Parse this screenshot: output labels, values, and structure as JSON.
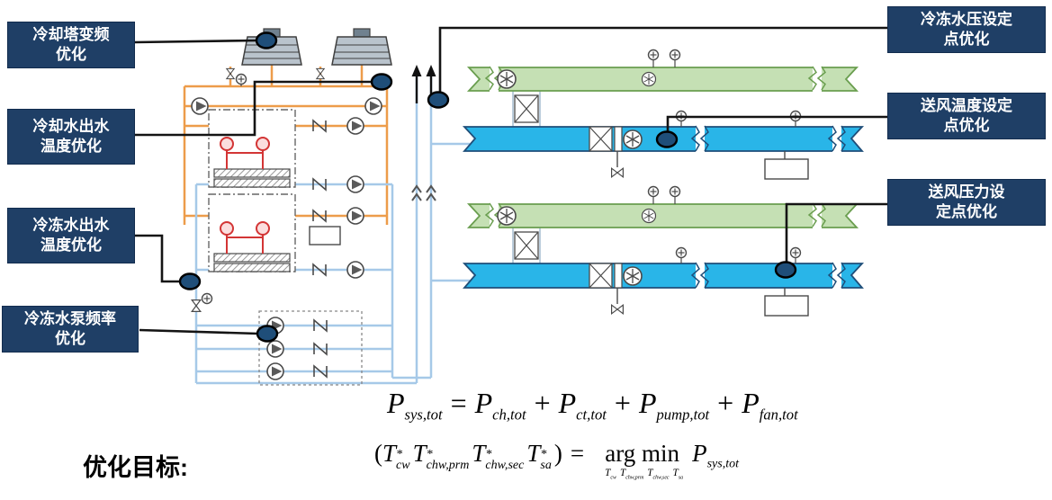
{
  "left_labels": [
    {
      "line1": "冷却塔变频",
      "line2": "优化"
    },
    {
      "line1": "冷却水出水",
      "line2": "温度优化"
    },
    {
      "line1": "冷冻水出水",
      "line2": "温度优化"
    },
    {
      "line1": "冷冻水泵频率",
      "line2": "优化"
    }
  ],
  "right_labels": [
    {
      "line1": "冷冻水压设定",
      "line2": "点优化"
    },
    {
      "line1": "送风温度设定",
      "line2": "点优化"
    },
    {
      "line1": "送风压力设",
      "line2": "定点优化"
    }
  ],
  "objective": {
    "label": "优化目标:"
  },
  "equations": {
    "line1": {
      "lhs": {
        "base": "P",
        "sub": "sys,tot"
      },
      "eq": "=",
      "t1": {
        "base": "P",
        "sub": "ch,tot"
      },
      "plus1": "+",
      "t2": {
        "base": "P",
        "sub": "ct,tot"
      },
      "plus2": "+",
      "t3": {
        "base": "P",
        "sub": "pump,tot"
      },
      "plus3": "+",
      "t4": {
        "base": "P",
        "sub": "fan,tot"
      }
    },
    "line2": {
      "open": "(",
      "v1": {
        "base": "T",
        "sup": "*",
        "sub": "cw"
      },
      "v2": {
        "base": "T",
        "sup": "*",
        "sub": "chw,prm"
      },
      "v3": {
        "base": "T",
        "sup": "*",
        "sub": "chw,sec"
      },
      "v4": {
        "base": "T",
        "sup": "*",
        "sub": "sa"
      },
      "close": ")",
      "eq": "=",
      "argmin": "arg min",
      "argmin_under": [
        {
          "base": "T",
          "sub": "cw"
        },
        {
          "base": "T",
          "sub": "chw,prm"
        },
        {
          "base": "T",
          "sub": "chw,sec"
        },
        {
          "base": "T",
          "sub": "sa"
        }
      ],
      "rhs": {
        "base": "P",
        "sub": "sys,tot"
      }
    }
  },
  "diagram": {
    "icons": [
      "cooling-tower-icon",
      "pump-icon",
      "n-valve-icon",
      "bowtie-valve-icon",
      "fan-icon",
      "sensor-icon",
      "chiller-icon",
      "duct-break-icon",
      "measurement-point-icon"
    ],
    "colors": {
      "callout_background": "#1F3F66",
      "measurement_point": "#1F4E79",
      "condenser_water_pipe": "#ED9C4A",
      "refrigerant": "#D33535",
      "chilled_water_pipe": "#A6C9E8",
      "supply_air_duct": "#29B5E8",
      "supply_air_border": "#1F4E79",
      "return_air_duct": "#C5E0B4",
      "return_air_border": "#6A9E4F"
    }
  }
}
